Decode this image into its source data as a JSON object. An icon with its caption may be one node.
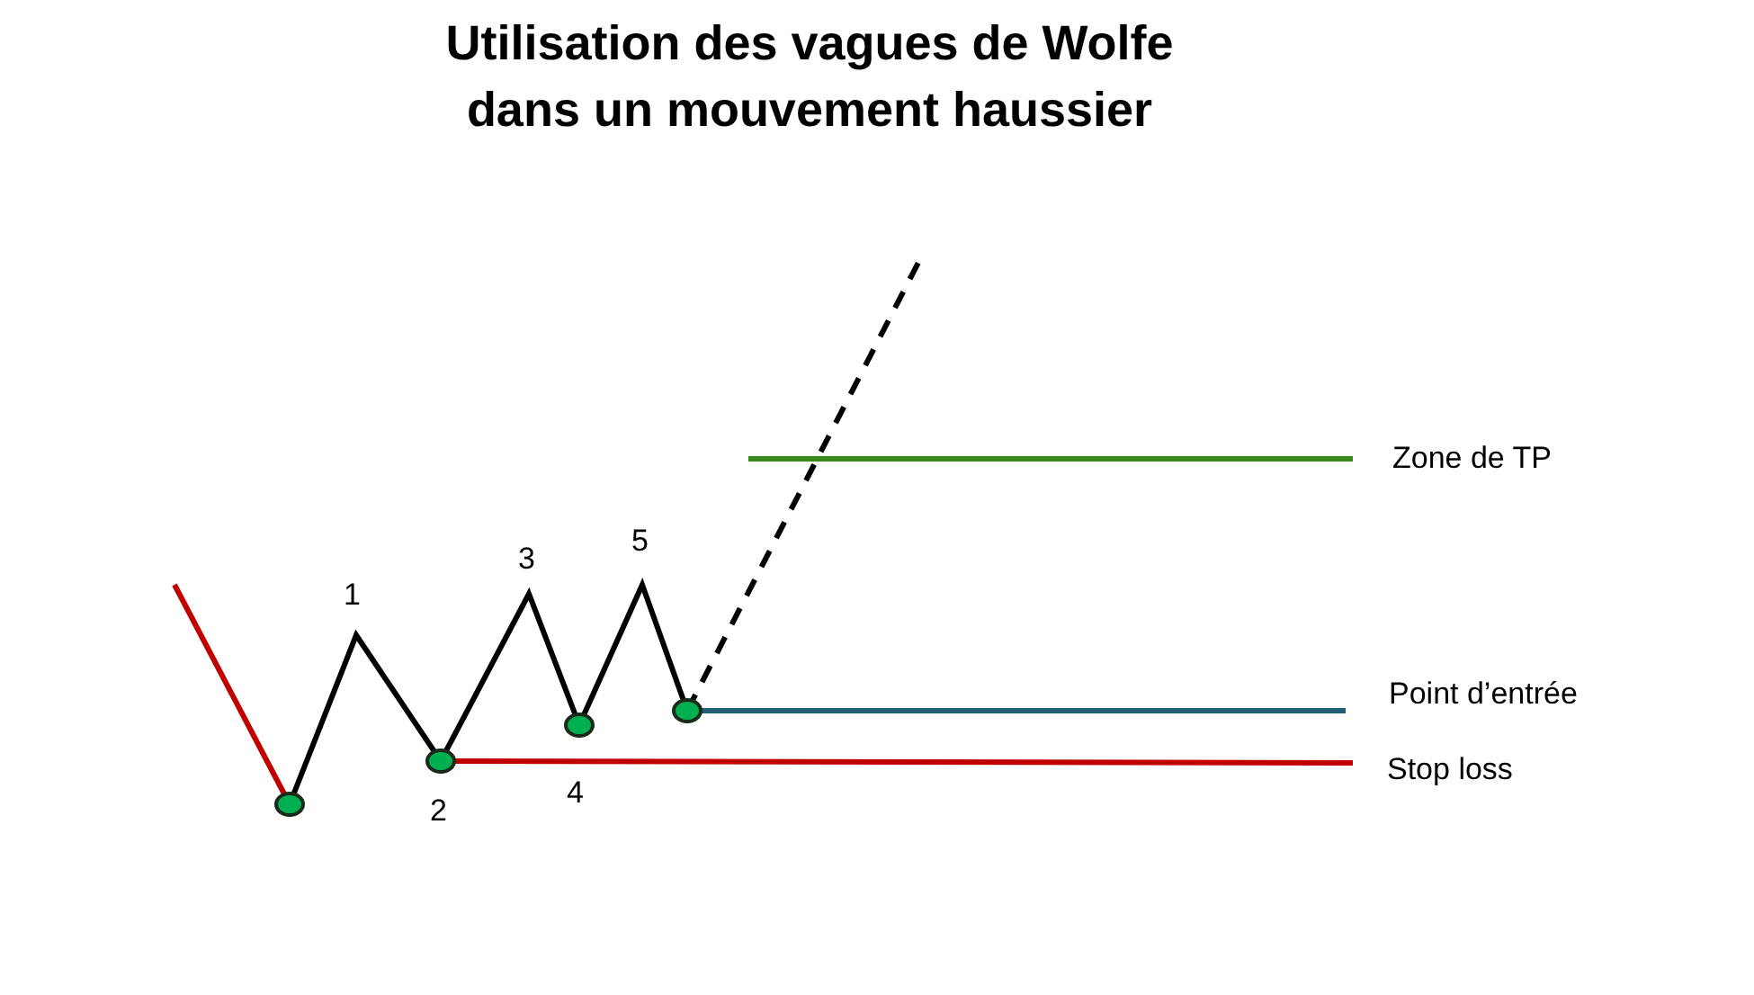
{
  "diagram": {
    "title": "Utilisation des vagues de Wolfe dans un mouvement haussier",
    "labels": [
      "Zone de TP",
      "5",
      "3",
      "1",
      "Point d’entrée",
      "Stop loss",
      "4",
      "2"
    ]
  }
}
